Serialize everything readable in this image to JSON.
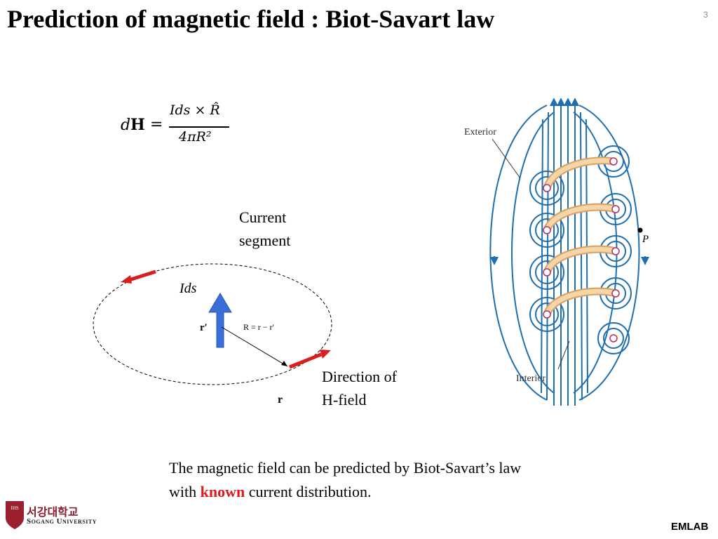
{
  "slide": {
    "title": "Prediction of magnetic field : Biot-Savart law",
    "slide_number": "3"
  },
  "formula": {
    "lhs_d": "d",
    "lhs_H": "H",
    "equals": "=",
    "numerator": "Ids × R̂",
    "denominator": "4πR²"
  },
  "left_diagram": {
    "current_segment_label_line1": "Current",
    "current_segment_label_line2": "segment",
    "ids_label": "Ids",
    "r_prime_label": "r′",
    "R_relation_label": "R = r − r′",
    "r_label": "r",
    "direction_label_line1": "Direction of",
    "direction_label_line2": "H-field",
    "colors": {
      "current_arrow": "#3a6fd8",
      "field_arrow": "#d81e1e"
    }
  },
  "right_diagram": {
    "exterior_label": "Exterior",
    "interior_label": "Interior",
    "point_label": "P",
    "colors": {
      "field_lines": "#1f6fb0",
      "coil": "#f0c48a",
      "coil_edge": "#d9a060",
      "current_marker": "#b0306a"
    }
  },
  "bottom": {
    "line1": "The magnetic field can be predicted by Biot-Savart’s law",
    "line2_prefix": "with ",
    "line2_emphasis": "known",
    "line2_suffix": " current distribution."
  },
  "footer": {
    "university_korean": "서강대학교",
    "university_english": "Sogang University",
    "shield_text": "IHS",
    "lab": "EMLAB"
  }
}
